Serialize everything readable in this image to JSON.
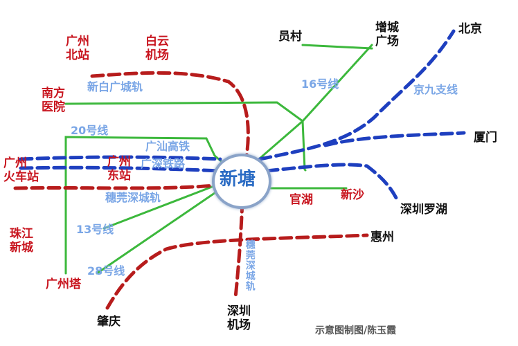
{
  "hub": {
    "label": "新塘"
  },
  "places": {
    "guangzhou_north_station": "广州\n北站",
    "baiyun_airport": "白云\n机场",
    "nanfang_hospital": "南方\n医院",
    "guangzhou_railway_station": "广州\n火车站",
    "guangzhou_east_station": "广州\n东站",
    "zhujiang_new_town": "珠江\n新城",
    "canton_tower": "广州塔",
    "guanhu": "官湖",
    "xinsha": "新沙",
    "zhaoqing": "肇庆",
    "shenzhen_airport": "深圳\n机场",
    "huizhou": "惠州",
    "shenzhen_luohu": "深圳罗湖",
    "xiamen": "厦门",
    "beijing": "北京",
    "zengcheng_square": "增城\n广场",
    "yuncun": "员村"
  },
  "lines": {
    "xinbai_intercity": "新白广城轨",
    "line16": "16号线",
    "jingjiu_branch": "京九支线",
    "line20": "20号线",
    "guangshan_hsr": "广汕高铁",
    "guangshen_railway": "广深铁路",
    "suiguanshen_intercity": "穗莞深城轨",
    "line13": "13号线",
    "line28": "28号线",
    "suiguanshen_vertical": "穗莞深城轨"
  },
  "credit": "示意图制图/陈玉霞",
  "colors": {
    "intercity_red": "#b71c1c",
    "railway_blue": "#1e3fbf",
    "metro_green": "#3cb83c",
    "hub_fill": "#ffffff",
    "hub_stroke": "#8aa3c8"
  }
}
